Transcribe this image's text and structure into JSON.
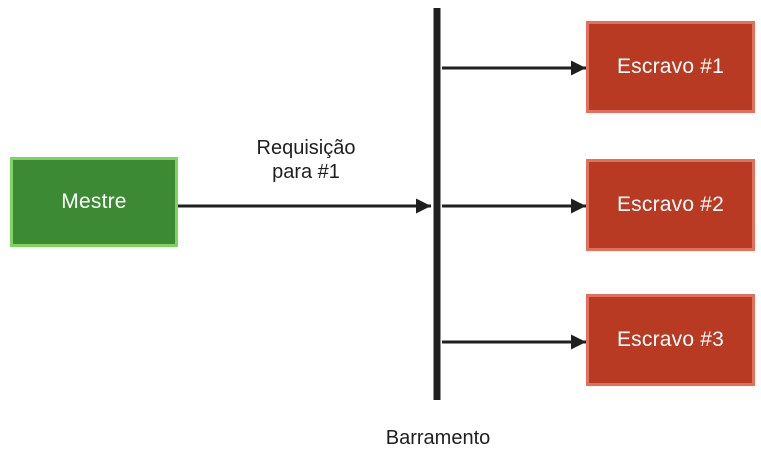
{
  "master": {
    "label": "Mestre",
    "fill": "#3c8a33",
    "border": "#7dd35e"
  },
  "slaves": [
    {
      "label": "Escravo #1"
    },
    {
      "label": "Escravo #2"
    },
    {
      "label": "Escravo #3"
    }
  ],
  "slave_style": {
    "fill": "#b83a22",
    "border": "#e46f5d"
  },
  "request": {
    "line1": "Requisição",
    "line2": "para #1"
  },
  "bus": {
    "label": "Barramento"
  },
  "colors": {
    "line": "#1f1f1f",
    "text": "#1f1f1f"
  }
}
